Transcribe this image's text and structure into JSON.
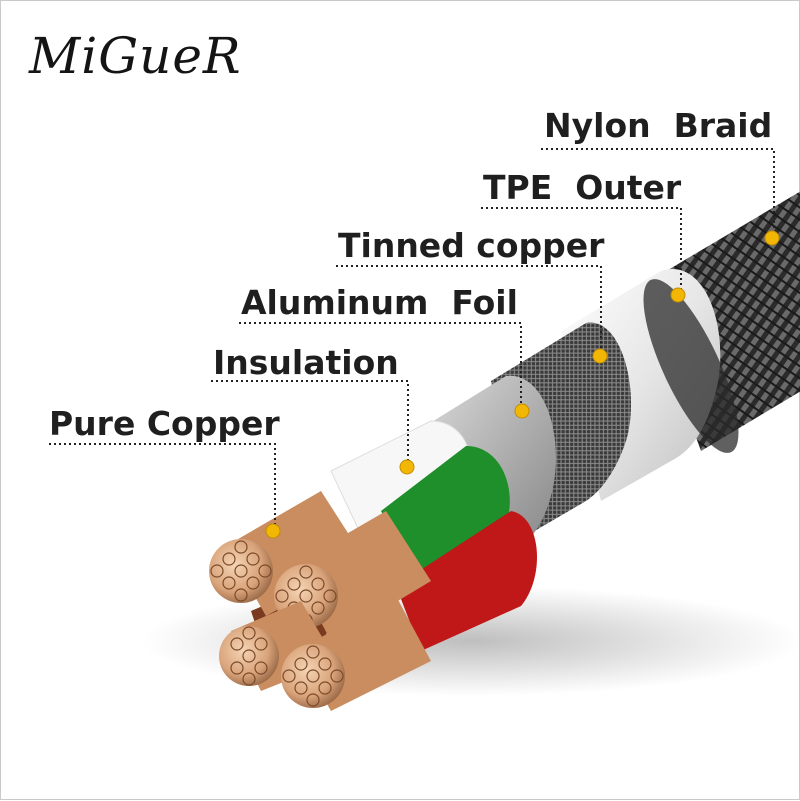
{
  "brand": {
    "text": "MiGueR"
  },
  "labels": {
    "nylon_braid": "Nylon  Braid",
    "tpe_outer": "TPE  Outer",
    "tinned_copper": "Tinned copper",
    "aluminum_foil": "Aluminum  Foil",
    "insulation": "Insulation",
    "pure_copper": "Pure Copper"
  },
  "colors": {
    "label_text": "#1f1f1f",
    "marker_dot": "#f2b705",
    "leader_line": "#222222",
    "braid": "#2b2b2b",
    "tpe_outer": "#e8e8e8",
    "tinned_copper": "#4a4a4a",
    "aluminum_foil": "#b9b9b9",
    "insulation_white": "#f7f7f7",
    "insulation_green": "#1e8f2a",
    "insulation_red": "#c01818",
    "insulation_brown": "#7a3a20",
    "copper": "#d9a37a"
  }
}
